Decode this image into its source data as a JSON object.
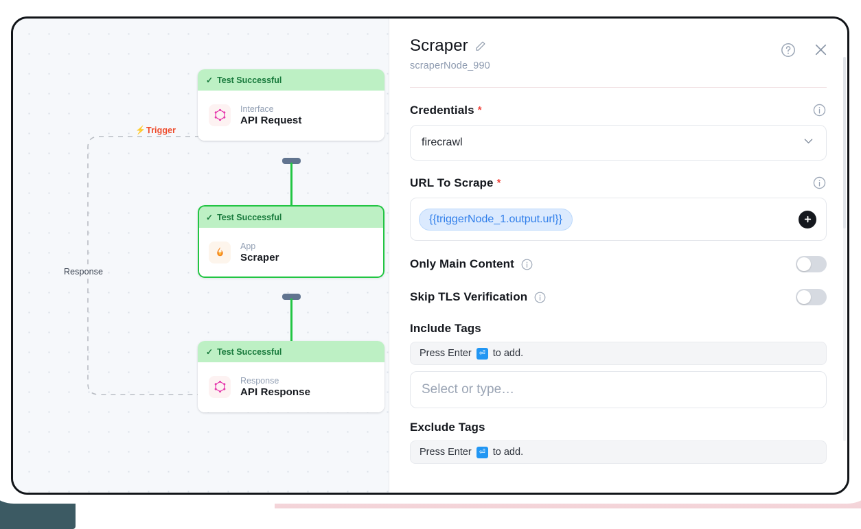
{
  "canvas": {
    "edges": [
      {
        "id": "trigger",
        "label": "Trigger",
        "icon": "lightning-bolt-icon",
        "color": "#ee4b2b"
      },
      {
        "id": "response",
        "label": "Response",
        "color": "#3a4250"
      }
    ],
    "nodes": [
      {
        "status": "Test Successful",
        "status_check": "✓",
        "kind": "Interface",
        "title": "API Request",
        "icon": "graphql-icon",
        "selected": false
      },
      {
        "status": "Test Successful",
        "status_check": "✓",
        "kind": "App",
        "title": "Scraper",
        "icon": "flame-icon",
        "selected": true
      },
      {
        "status": "Test Successful",
        "status_check": "✓",
        "kind": "Response",
        "title": "API Response",
        "icon": "graphql-icon",
        "selected": false
      }
    ]
  },
  "panel": {
    "title": "Scraper",
    "subtitle": "scraperNode_990",
    "edit_icon": "pencil-icon",
    "help_icon": "question-circle-icon",
    "close_icon": "close-icon",
    "credentials": {
      "label": "Credentials",
      "required_marker": "*",
      "info_icon": "info-circle-icon",
      "value": "firecrawl",
      "chevron_icon": "chevron-down-icon"
    },
    "url_to_scrape": {
      "label": "URL To Scrape",
      "required_marker": "*",
      "info_icon": "info-circle-icon",
      "chip": "{{triggerNode_1.output.url}}",
      "add_icon": "plus-icon"
    },
    "toggles": [
      {
        "label": "Only Main Content",
        "info_icon": "info-circle-icon",
        "on": false
      },
      {
        "label": "Skip TLS Verification",
        "info_icon": "info-circle-icon",
        "on": false
      }
    ],
    "include_tags": {
      "label": "Include Tags",
      "hint_prefix": "Press Enter",
      "hint_key": "⏎",
      "hint_suffix": "to add.",
      "placeholder": "Select or type…"
    },
    "exclude_tags": {
      "label": "Exclude Tags",
      "hint_prefix": "Press Enter",
      "hint_key": "⏎",
      "hint_suffix": "to add."
    }
  },
  "colors": {
    "success_banner": "#bdf0c4",
    "success_text": "#17793b",
    "edge_green": "#22c543",
    "trigger_red": "#ee4b2b",
    "chip_blue": "#2f7eea",
    "required_red": "#f0443c"
  }
}
